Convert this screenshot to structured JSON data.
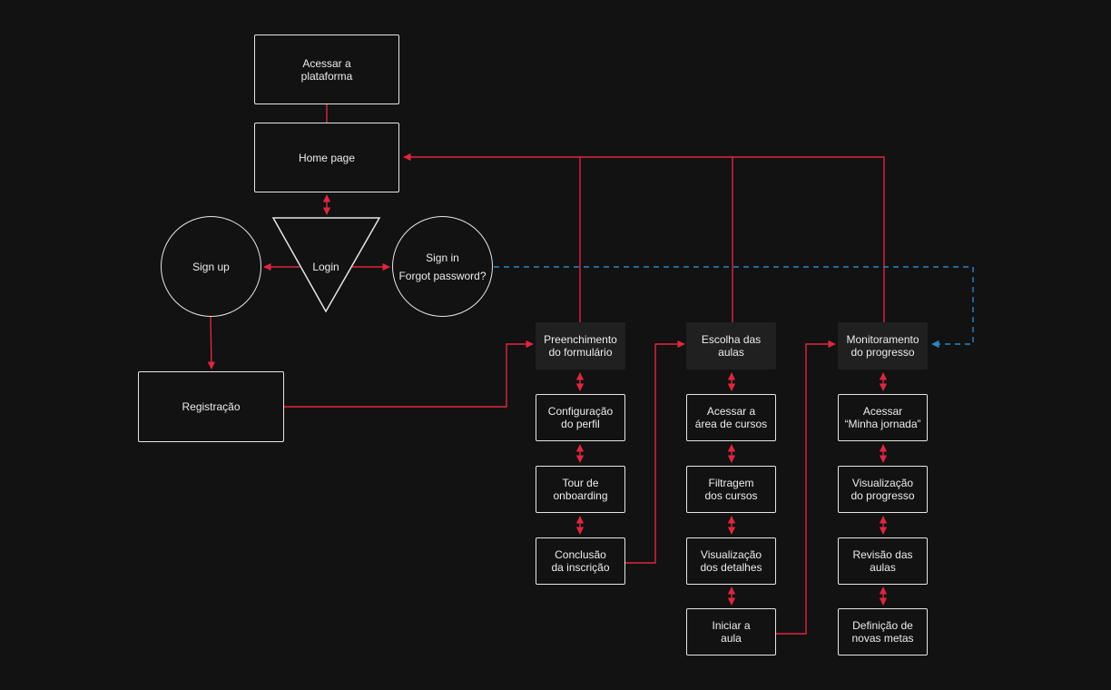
{
  "colors": {
    "background": "#121212",
    "node_border": "#e6e6e6",
    "header_fill": "#202020",
    "arrow_red": "#e1253f",
    "dashed_blue": "#2b86c5",
    "text": "#ececec"
  },
  "nodes": {
    "acessar": "Acessar a\nplataforma",
    "home": "Home page",
    "login": "Login",
    "signup": "Sign up",
    "signin": "Sign in",
    "forgot": "Forgot password?",
    "registracao": "Registração",
    "preenchimento": "Preenchimento\ndo formulário",
    "configuracao": "Configuração\ndo perfil",
    "tour": "Tour de\nonboarding",
    "conclusao": "Conclusão\nda inscrição",
    "escolha": "Escolha das\naulas",
    "acessar_cursos": "Acessar a\nárea de cursos",
    "filtragem": "Filtragem\ndos cursos",
    "visualizacao_detalhes": "Visualização\ndos detalhes",
    "iniciar": "Iniciar a\naula",
    "monitoramento": "Monitoramento\ndo progresso",
    "minha_jornada": "Acessar\n“Minha jornada”",
    "visualizacao_progresso": "Visualização\ndo progresso",
    "revisao": "Revisão das\naulas",
    "definicao": "Definição de\nnovas metas"
  }
}
